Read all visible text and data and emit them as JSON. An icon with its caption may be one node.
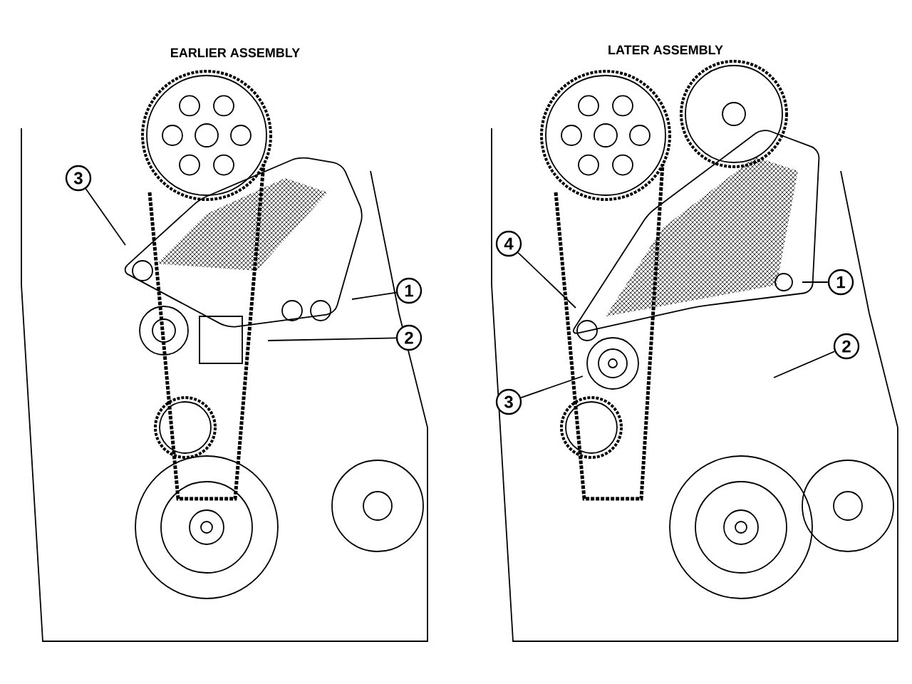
{
  "diagram": {
    "nodes": [
      {
        "text": [
          "3"
        ]
      },
      {
        "text": [
          "1"
        ]
      },
      {
        "text": [
          "2"
        ]
      },
      {
        "text": [
          "4"
        ]
      },
      {
        "text": [
          "3"
        ]
      },
      {
        "text": [
          "1"
        ]
      },
      {
        "text": [
          "2"
        ]
      }
    ],
    "edges": [
      {
        "from": 0,
        "to": null,
        "arrow": "none"
      },
      {
        "from": 1,
        "to": null,
        "arrow": "none"
      },
      {
        "from": 2,
        "to": null,
        "arrow": "none"
      },
      {
        "from": 3,
        "to": null,
        "arrow": "none"
      },
      {
        "from": 4,
        "to": null,
        "arrow": "none"
      },
      {
        "from": 5,
        "to": null,
        "arrow": "none"
      },
      {
        "from": 6,
        "to": null,
        "arrow": "none"
      }
    ],
    "labels": [
      "EARLIER ASSEMBLY",
      "LATER ASSEMBLY"
    ]
  }
}
